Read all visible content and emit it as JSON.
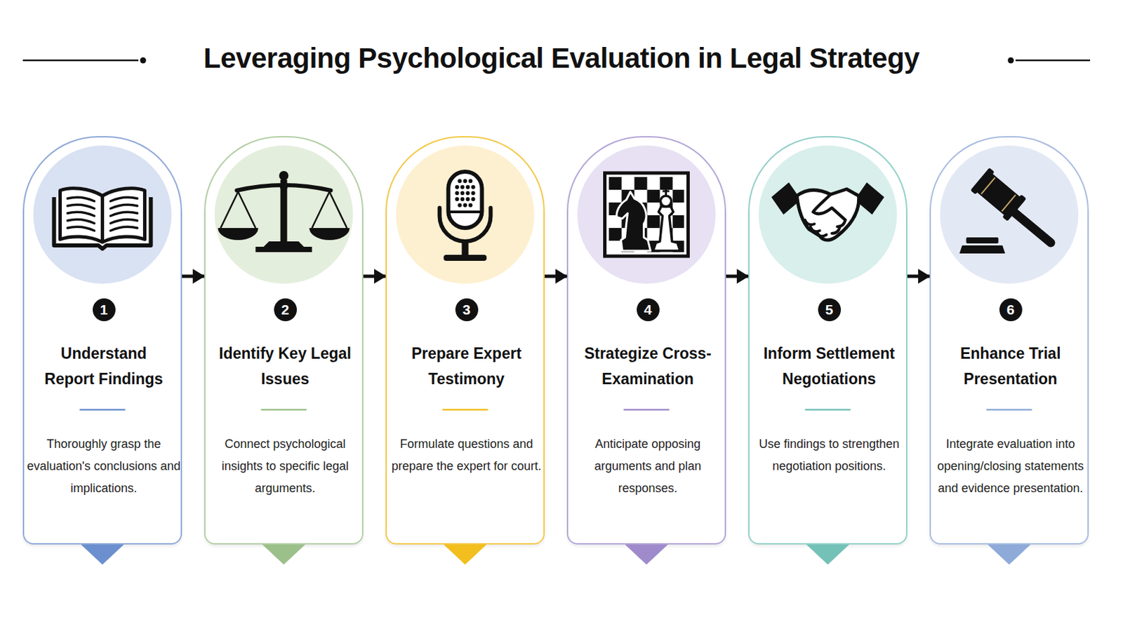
{
  "diagram": {
    "title": "Leveraging Psychological Evaluation in Legal Strategy",
    "nodes": [
      {
        "text": [
          "1",
          "Understand Report Findings",
          "Thoroughly grasp the evaluation's conclusions and implications."
        ]
      },
      {
        "text": [
          "2",
          "Identify Key Legal Issues",
          "Connect psychological insights to specific legal arguments."
        ]
      },
      {
        "text": [
          "3",
          "Prepare Expert Testimony",
          "Formulate questions and prepare the expert for court."
        ]
      },
      {
        "text": [
          "4",
          "Strategize Cross-Examination",
          "Anticipate opposing arguments and plan responses."
        ]
      },
      {
        "text": [
          "5",
          "Inform Settlement Negotiations",
          "Use findings to strengthen negotiation positions."
        ]
      },
      {
        "text": [
          "6",
          "Enhance Trial Presentation",
          "Integrate evaluation into opening/closing statements and evidence presentation."
        ]
      }
    ],
    "edges": [
      {
        "from": 0,
        "to": 1,
        "arrow": "to"
      },
      {
        "from": 1,
        "to": 2,
        "arrow": "to"
      },
      {
        "from": 2,
        "to": 3,
        "arrow": "to"
      },
      {
        "from": 3,
        "to": 4,
        "arrow": "to"
      },
      {
        "from": 4,
        "to": 5,
        "arrow": "to"
      }
    ]
  }
}
